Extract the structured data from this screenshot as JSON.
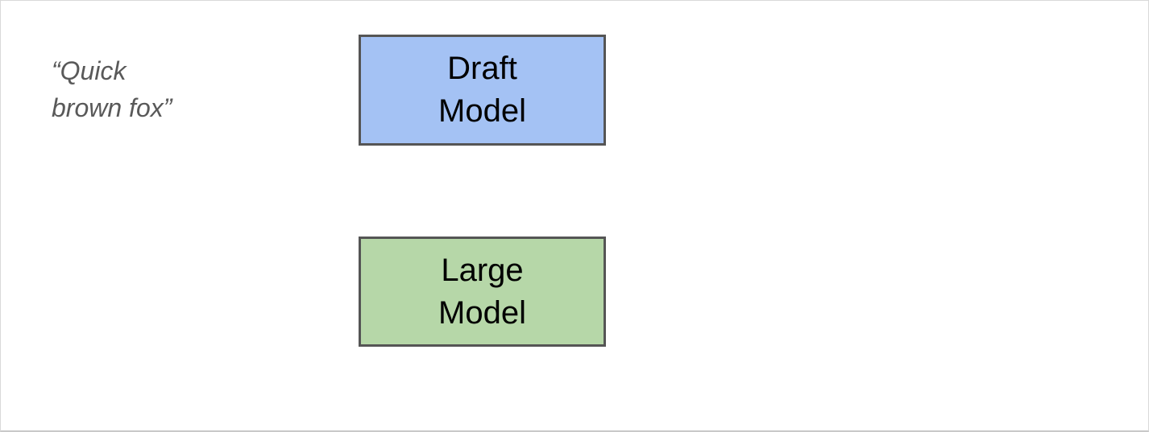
{
  "page": {
    "background": "#ffffff",
    "border_color": "#d9d9d9"
  },
  "diagram": {
    "input_text": {
      "full": "“Quick brown fox”",
      "lines": {
        "0": "“Quick",
        "1": "brown fox”"
      },
      "color": "#595959"
    },
    "nodes": {
      "draft": {
        "label": "Draft Model",
        "lines": {
          "0": "Draft",
          "1": "Model"
        },
        "fill": "#a4c2f4",
        "border": "#555555"
      },
      "large": {
        "label": "Large Model",
        "lines": {
          "0": "Large",
          "1": "Model"
        },
        "fill": "#b6d7a8",
        "border": "#555555"
      }
    }
  }
}
